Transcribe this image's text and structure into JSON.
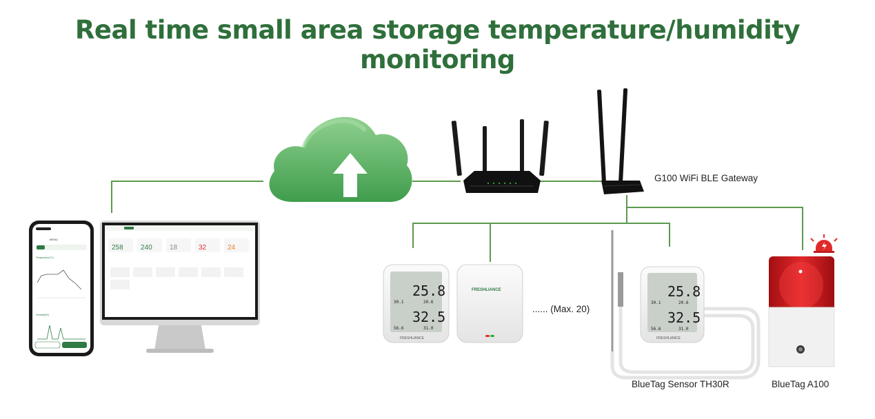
{
  "title": "Real time small area storage temperature/humidity monitoring",
  "labels": {
    "gateway": "G100 WiFi BLE Gateway",
    "max_sensors": "...... (Max. 20)",
    "sensor": "BlueTag Sensor TH30R",
    "alarm": "BlueTag A100"
  },
  "devices": {
    "sensor_brand": "FRESHLIANCE",
    "lcd": {
      "ch1_temp": "25.8",
      "ch1_min": "30.1",
      "ch1_max": "20.6",
      "ch2_temp": "32.5",
      "ch2_min": "56.6",
      "ch2_max": "31.0"
    }
  },
  "dashboard": {
    "stats": [
      "258",
      "240",
      "18",
      "32",
      "24"
    ]
  },
  "colors": {
    "line": "#5a9a4c",
    "title": "#2f6f3b",
    "cloud": "#6fbf73",
    "alarm_red": "#d42020"
  },
  "icons": [
    "cloud-upload-icon",
    "router-icon",
    "gateway-icon",
    "alarm-siren-icon",
    "monitor-icon",
    "phone-icon"
  ]
}
